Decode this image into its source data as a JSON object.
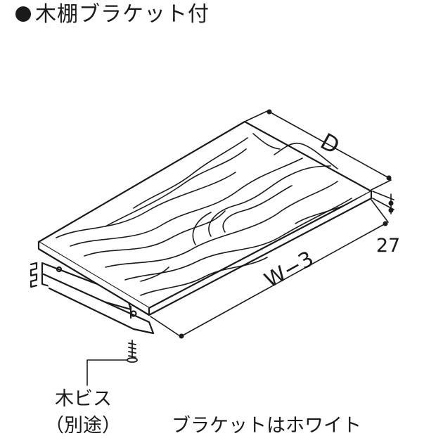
{
  "title": "木棚ブラケット付",
  "dimensions": {
    "depth": "D",
    "thickness": "27",
    "width": "W−3"
  },
  "labels": {
    "screw": "木ビス",
    "screw_note": "（別途）",
    "bracket_note": "ブラケットはホワイト"
  }
}
